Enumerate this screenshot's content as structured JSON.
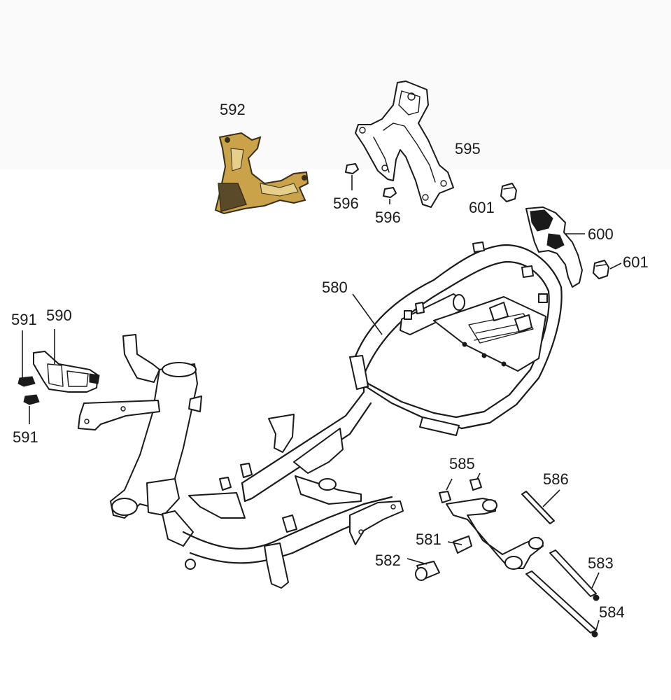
{
  "diagram": {
    "type": "exploded-parts-diagram",
    "subject": "scooter frame assembly",
    "callouts": [
      {
        "id": "580",
        "text": "580"
      },
      {
        "id": "581",
        "text": "581"
      },
      {
        "id": "582",
        "text": "582"
      },
      {
        "id": "583",
        "text": "583"
      },
      {
        "id": "584",
        "text": "584"
      },
      {
        "id": "585",
        "text": "585"
      },
      {
        "id": "586",
        "text": "586"
      },
      {
        "id": "590",
        "text": "590"
      },
      {
        "id": "591a",
        "text": "591"
      },
      {
        "id": "591b",
        "text": "591"
      },
      {
        "id": "592",
        "text": "592"
      },
      {
        "id": "595",
        "text": "595"
      },
      {
        "id": "596a",
        "text": "596"
      },
      {
        "id": "596b",
        "text": "596"
      },
      {
        "id": "600",
        "text": "600"
      },
      {
        "id": "601a",
        "text": "601"
      },
      {
        "id": "601b",
        "text": "601"
      }
    ],
    "colors": {
      "line": "#1a1a1a",
      "background": "#ffffff",
      "top_band": "#fafafa",
      "bracket_592_gold": "#c9a24a",
      "bracket_592_dark": "#5a4a2a"
    }
  }
}
